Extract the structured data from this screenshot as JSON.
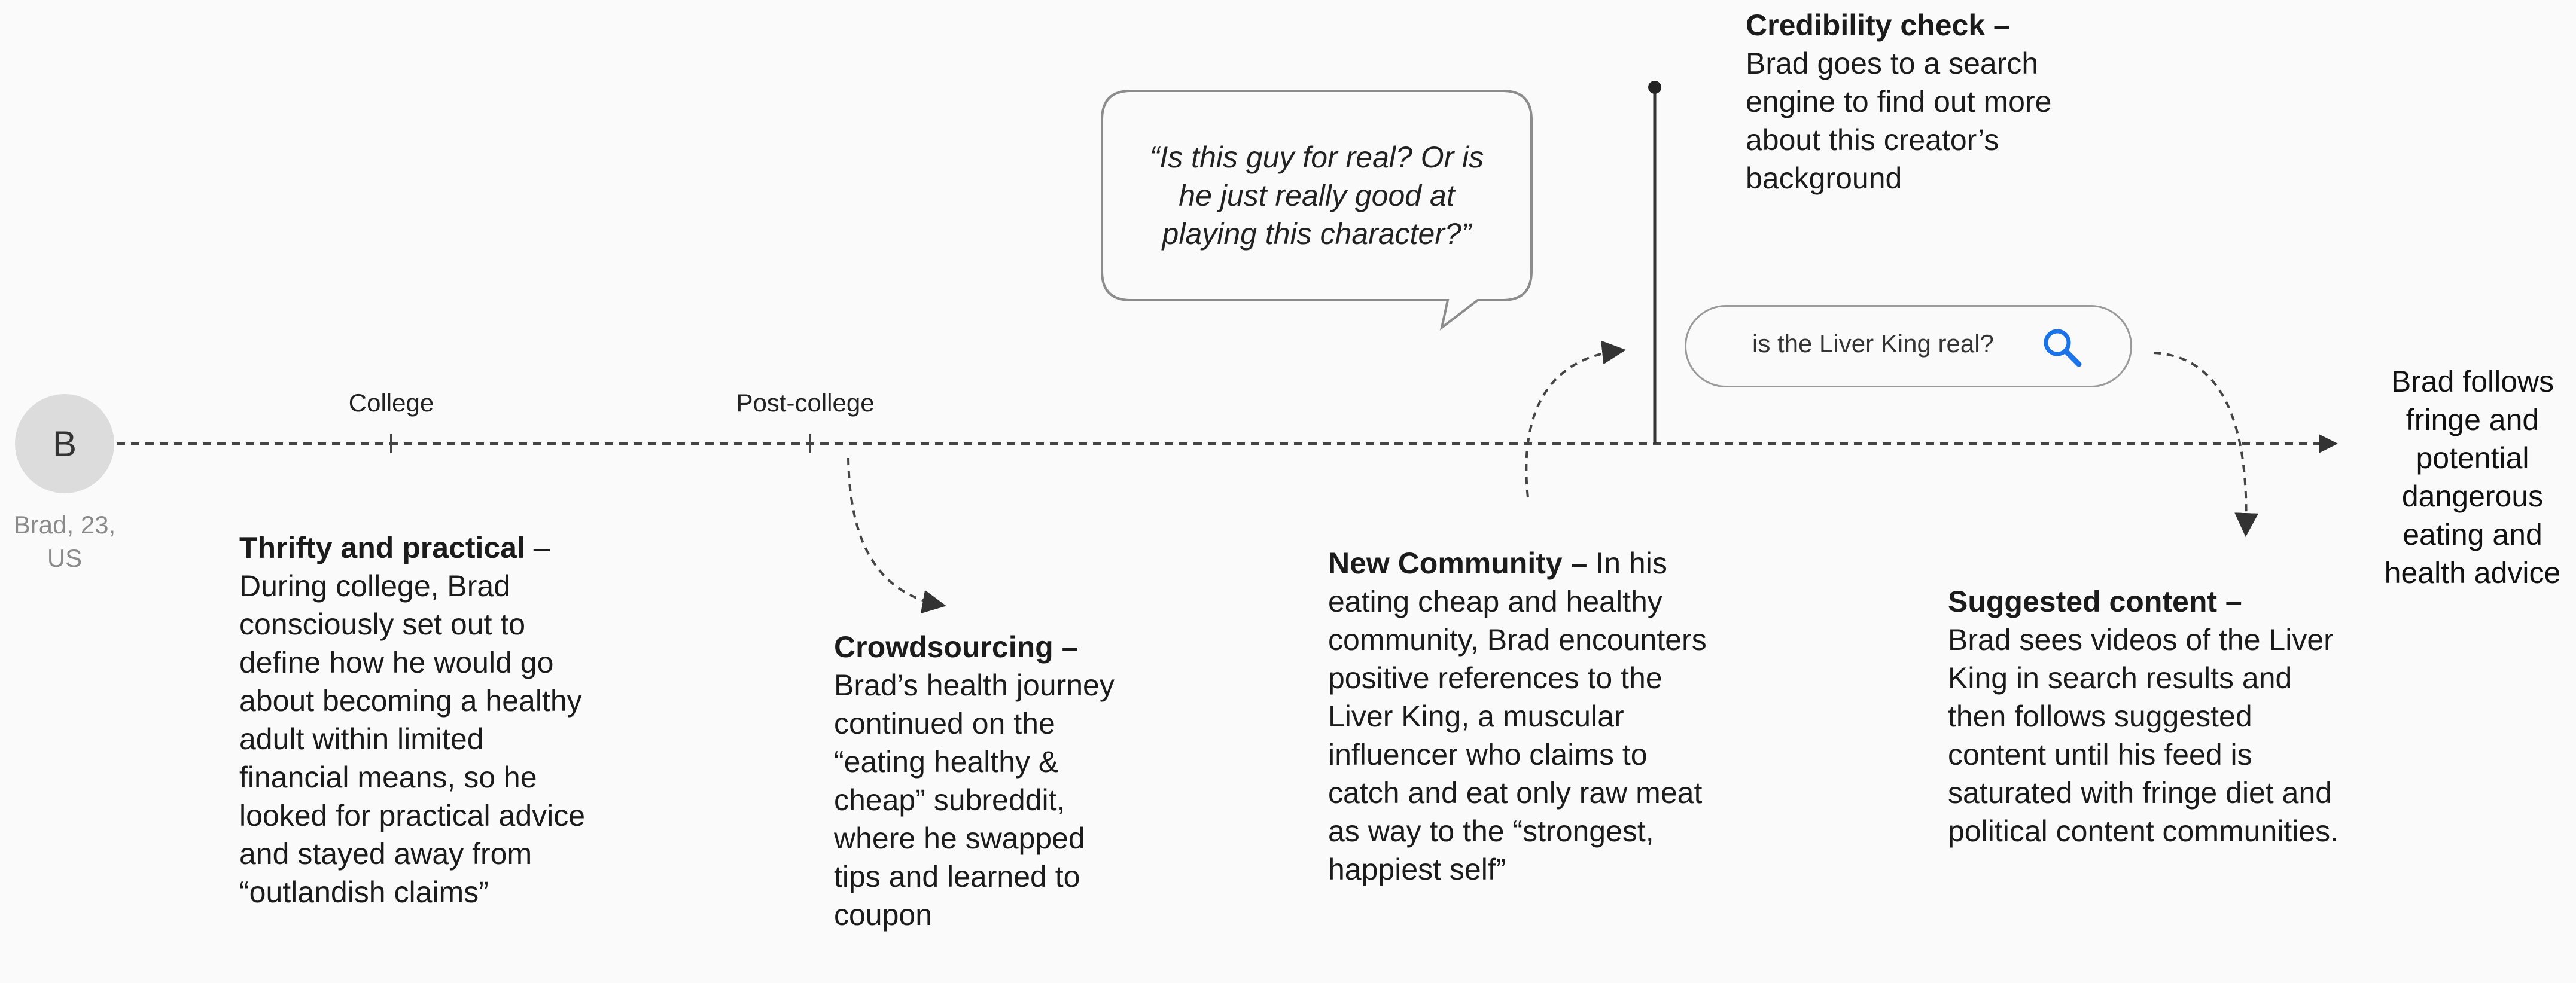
{
  "persona": {
    "initial": "B",
    "caption": "Brad, 23, US"
  },
  "stages": {
    "college": "College",
    "post_college": "Post-college"
  },
  "cards": {
    "thrifty": {
      "title": "Thrifty and practical",
      "body": "– During college, Brad consciously set out to define how he would go about becoming a healthy adult within limited financial means, so he looked for practical advice and stayed away from “outlandish claims”"
    },
    "crowdsourcing": {
      "title": "Crowdsourcing –",
      "body": "Brad’s health journey continued on the “eating healthy & cheap” subreddit, where he swapped tips and learned to coupon"
    },
    "community": {
      "title": "New Community –",
      "body": "In his eating cheap and healthy community, Brad encounters positive references to the Liver King, a muscular influencer who claims to catch and eat only raw meat as way to the “strongest, happiest self”"
    },
    "credibility": {
      "title": "Credibility check –",
      "body": "Brad goes to a search engine to find out more about this creator’s background"
    },
    "suggested": {
      "title": "Suggested content –",
      "body": "Brad sees videos of the Liver King in search results and then follows suggested content until his feed is saturated with fringe diet and political content communities."
    }
  },
  "quote": "“Is this guy for real? Or is he just really good at playing this character?”",
  "search": {
    "query": "is the Liver King real?",
    "icon": "search-icon",
    "icon_color": "#1a73e8"
  },
  "outcome": "Brad follows fringe and potential dangerous eating and health advice"
}
